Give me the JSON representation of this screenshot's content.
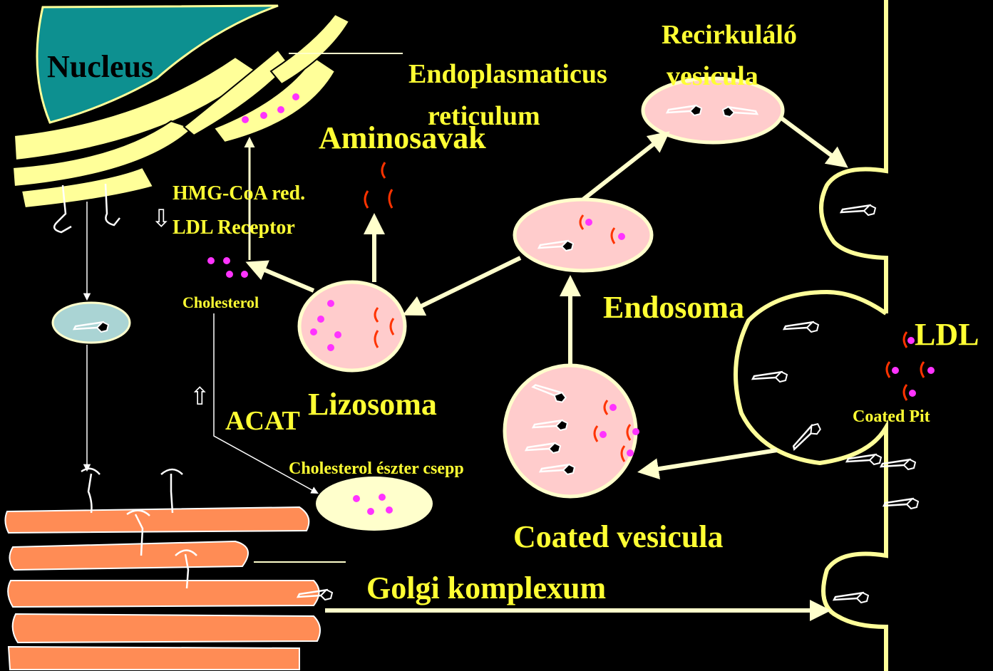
{
  "labels": {
    "nucleus": "Nucleus",
    "er_line1": "Endoplasmaticus",
    "er_line2": "reticulum",
    "recirc_line1": "Recirkuláló",
    "recirc_line2": "vesicula",
    "aminosavak": "Aminosavak",
    "hmg": "HMG-CoA red.",
    "ldl_receptor": "LDL Receptor",
    "cholesterol": "Cholesterol",
    "endosoma": "Endosoma",
    "ldl": "LDL",
    "lizosoma": "Lizosoma",
    "acat": "ACAT",
    "coated_pit": "Coated Pit",
    "ester": "Cholesterol észter csepp",
    "coated_vesicula": "Coated vesicula",
    "golgi": "Golgi komplexum"
  },
  "symbols": {
    "down_arrow": "⇩",
    "up_arrow": "⇧"
  },
  "colors": {
    "background": "#000000",
    "label": "#ffff33",
    "nucleus": "#0d9090",
    "er": "#ffff99",
    "golgi": "#ff8c55",
    "vesicle": "#ffcccc",
    "membrane": "#ffff99",
    "droplet": "#ffffcc",
    "dot": "#ff33ff",
    "receptor_vesicle": "#aad4d4"
  }
}
